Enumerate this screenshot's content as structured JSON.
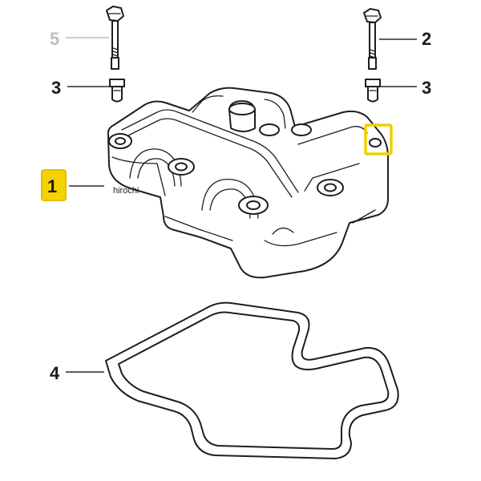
{
  "diagram": {
    "callouts": [
      {
        "id": "5",
        "label": "5"
      },
      {
        "id": "2",
        "label": "2"
      },
      {
        "id": "3a",
        "label": "3"
      },
      {
        "id": "3b",
        "label": "3"
      },
      {
        "id": "1",
        "label": "1"
      },
      {
        "id": "4",
        "label": "4"
      }
    ],
    "watermark": "hirochi",
    "colors": {
      "highlight": "#f6d200",
      "faded_label": "#bdbdbd",
      "ink": "#1e1e1e"
    }
  }
}
